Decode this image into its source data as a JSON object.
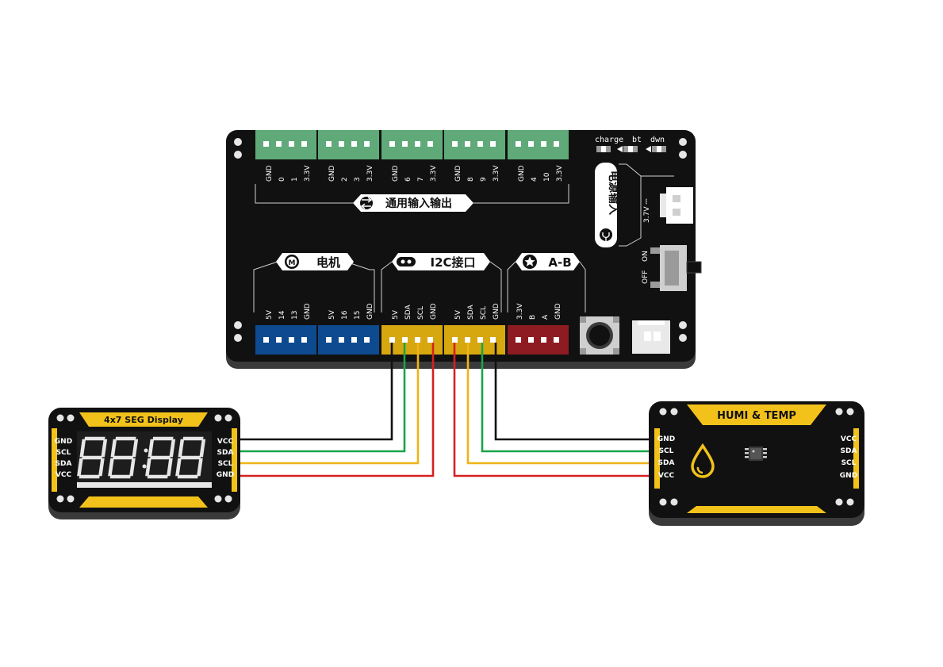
{
  "board": {
    "gpio_title": "通用输入输出",
    "gpio_ports": [
      {
        "pins": [
          "GND",
          "0",
          "1",
          "3.3V"
        ]
      },
      {
        "pins": [
          "GND",
          "2",
          "3",
          "3.3V"
        ]
      },
      {
        "pins": [
          "GND",
          "6",
          "7",
          "3.3V"
        ]
      },
      {
        "pins": [
          "GND",
          "8",
          "9",
          "3.3V"
        ]
      },
      {
        "pins": [
          "GND",
          "4",
          "10",
          "3.3V"
        ]
      }
    ],
    "status_labels": [
      "charge",
      "bt",
      "dwn"
    ],
    "power_title": "电源输入",
    "power_voltage": "3.7V ⎓",
    "switch_on": "ON",
    "switch_off": "OFF",
    "motor_title": "电机",
    "motor_icon": "M",
    "i2c_title": "I2C接口",
    "ab_title": "A-B",
    "bottom_ports": [
      {
        "pins": [
          "5V",
          "14",
          "13",
          "GND"
        ],
        "color": "#0e4a8f"
      },
      {
        "pins": [
          "5V",
          "16",
          "15",
          "GND"
        ],
        "color": "#0e4a8f"
      },
      {
        "pins": [
          "5V",
          "SDA",
          "SCL",
          "GND"
        ],
        "color": "#d6a70f"
      },
      {
        "pins": [
          "5V",
          "SDA",
          "SCL",
          "GND"
        ],
        "color": "#d6a70f"
      },
      {
        "pins": [
          "3.3V",
          "B",
          "A",
          "GND"
        ],
        "color": "#8f1b22"
      }
    ]
  },
  "seg_display": {
    "title": "4x7 SEG Display",
    "left_pins": [
      "GND",
      "SCL",
      "SDA",
      "VCC"
    ],
    "right_pins": [
      "VCC",
      "SDA",
      "SCL",
      "GND"
    ]
  },
  "humi_temp": {
    "title": "HUMI & TEMP",
    "left_pins": [
      "GND",
      "SCL",
      "SDA",
      "VCC"
    ],
    "right_pins": [
      "VCC",
      "SDA",
      "SCL",
      "GND"
    ]
  },
  "colors": {
    "board": "#111111",
    "green_terminal": "#5faa78",
    "blue_port": "#0e4a8f",
    "yellow_port": "#d6a70f",
    "red_port": "#8f1b22",
    "module_accent": "#f2c21b",
    "wire_black": "#111111",
    "wire_green": "#1aa44a",
    "wire_yellow": "#f0b418",
    "wire_red": "#d62020"
  }
}
